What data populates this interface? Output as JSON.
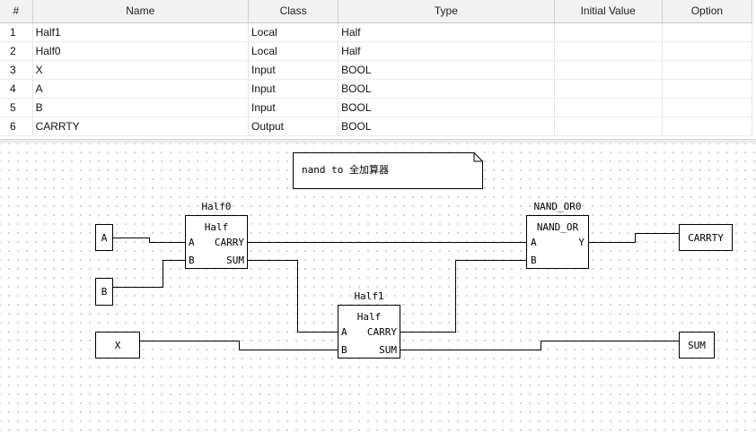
{
  "variable_table": {
    "columns": [
      "#",
      "Name",
      "Class",
      "Type",
      "Initial Value",
      "Option"
    ],
    "rows": [
      {
        "num": "1",
        "name": "Half1",
        "class": "Local",
        "type": "Half",
        "initial": "",
        "option": ""
      },
      {
        "num": "2",
        "name": "Half0",
        "class": "Local",
        "type": "Half",
        "initial": "",
        "option": ""
      },
      {
        "num": "3",
        "name": "X",
        "class": "Input",
        "type": "BOOL",
        "initial": "",
        "option": ""
      },
      {
        "num": "4",
        "name": "A",
        "class": "Input",
        "type": "BOOL",
        "initial": "",
        "option": ""
      },
      {
        "num": "5",
        "name": "B",
        "class": "Input",
        "type": "BOOL",
        "initial": "",
        "option": ""
      },
      {
        "num": "6",
        "name": "CARRTY",
        "class": "Output",
        "type": "BOOL",
        "initial": "",
        "option": ""
      }
    ]
  },
  "diagram": {
    "comment": "nand to 全加算器",
    "inputs": {
      "a": "A",
      "b": "B",
      "x": "X"
    },
    "outputs": {
      "carry": "CARRTY",
      "sum": "SUM"
    },
    "blocks": {
      "half0": {
        "instance": "Half0",
        "type": "Half",
        "in_a": "A",
        "in_b": "B",
        "out_1": "CARRY",
        "out_2": "SUM"
      },
      "half1": {
        "instance": "Half1",
        "type": "Half",
        "in_a": "A",
        "in_b": "B",
        "out_1": "CARRY",
        "out_2": "SUM"
      },
      "nand_or": {
        "instance": "NAND_OR0",
        "type": "NAND_OR",
        "in_a": "A",
        "in_b": "B",
        "out_1": "Y"
      }
    }
  }
}
